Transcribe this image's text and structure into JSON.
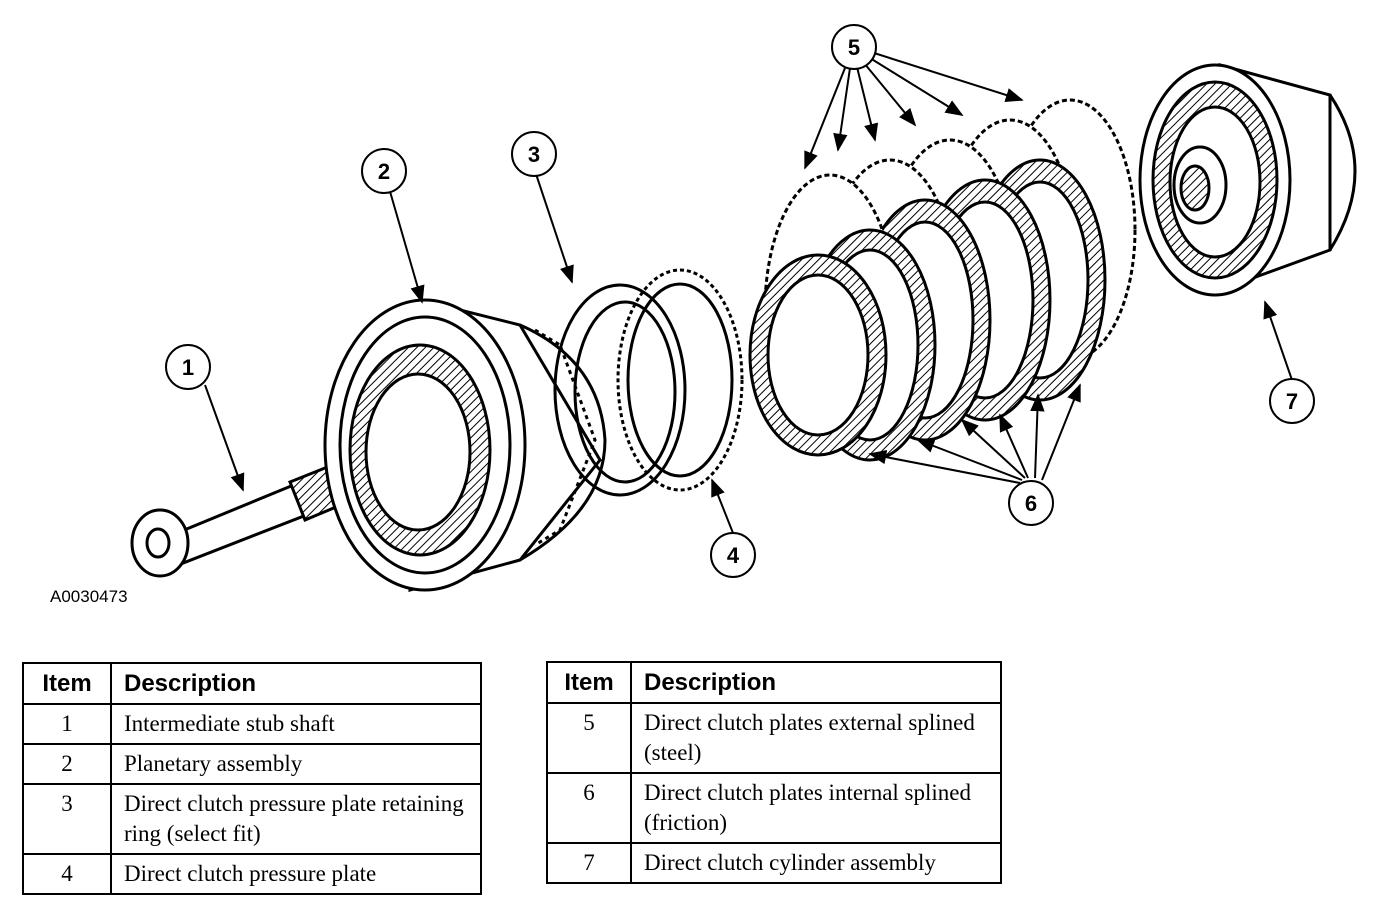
{
  "figure": {
    "figure_id": "A0030473",
    "callouts": [
      "1",
      "2",
      "3",
      "4",
      "5",
      "6",
      "7"
    ]
  },
  "tables": [
    {
      "headers": {
        "item": "Item",
        "description": "Description"
      },
      "rows": [
        {
          "item": "1",
          "description": "Intermediate stub shaft"
        },
        {
          "item": "2",
          "description": "Planetary assembly"
        },
        {
          "item": "3",
          "description": "Direct clutch pressure plate retaining ring (select fit)"
        },
        {
          "item": "4",
          "description": "Direct clutch pressure plate"
        }
      ]
    },
    {
      "headers": {
        "item": "Item",
        "description": "Description"
      },
      "rows": [
        {
          "item": "5",
          "description": "Direct clutch plates external splined (steel)"
        },
        {
          "item": "6",
          "description": "Direct clutch plates internal splined (friction)"
        },
        {
          "item": "7",
          "description": "Direct clutch cylinder assembly"
        }
      ]
    }
  ]
}
